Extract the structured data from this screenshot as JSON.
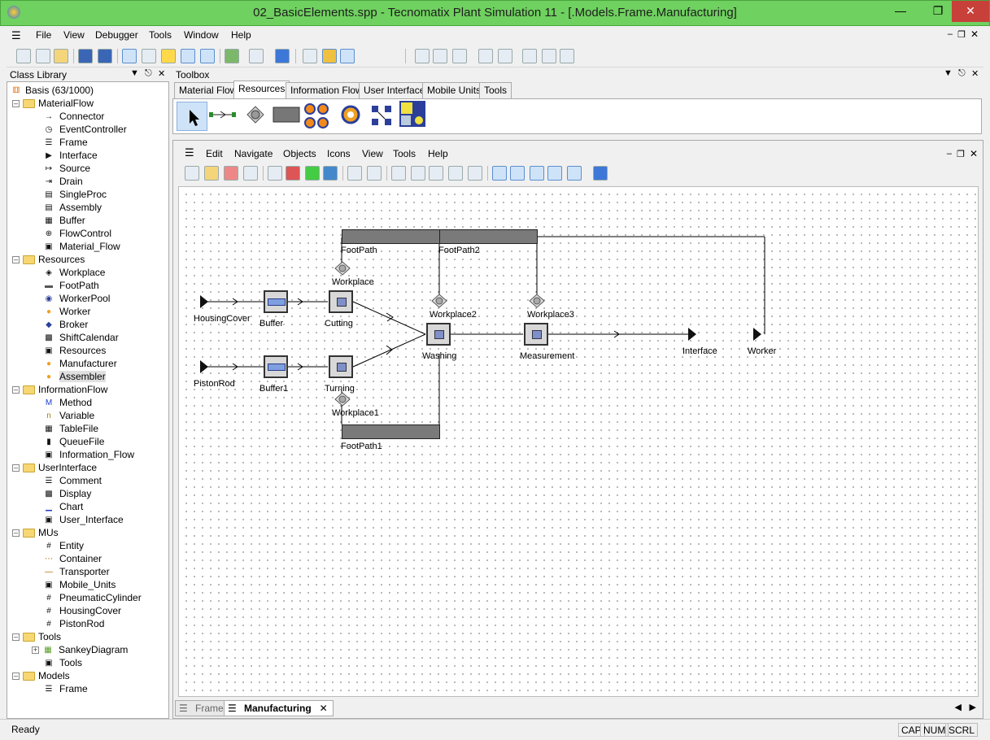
{
  "window": {
    "title": "02_BasicElements.spp - Tecnomatix Plant Simulation 11 - [.Models.Frame.Manufacturing]"
  },
  "menu": [
    "File",
    "View",
    "Debugger",
    "Tools",
    "Window",
    "Help"
  ],
  "class_library": {
    "title": "Class Library",
    "root": "Basis (63/1000)",
    "folders": [
      {
        "label": "MaterialFlow",
        "items": [
          {
            "label": "Connector",
            "icon": "connector-icon"
          },
          {
            "label": "EventController",
            "icon": "clock-icon"
          },
          {
            "label": "Frame",
            "icon": "frame-icon"
          },
          {
            "label": "Interface",
            "icon": "interface-icon"
          },
          {
            "label": "Source",
            "icon": "source-icon"
          },
          {
            "label": "Drain",
            "icon": "drain-icon"
          },
          {
            "label": "SingleProc",
            "icon": "singleproc-icon"
          },
          {
            "label": "Assembly",
            "icon": "assembly-icon"
          },
          {
            "label": "Buffer",
            "icon": "buffer-icon"
          },
          {
            "label": "FlowControl",
            "icon": "flowcontrol-icon"
          },
          {
            "label": "Material_Flow",
            "icon": "toolbox-icon"
          }
        ]
      },
      {
        "label": "Resources",
        "items": [
          {
            "label": "Workplace",
            "icon": "workplace-icon"
          },
          {
            "label": "FootPath",
            "icon": "footpath-icon"
          },
          {
            "label": "WorkerPool",
            "icon": "workerpool-icon"
          },
          {
            "label": "Worker",
            "icon": "worker-icon"
          },
          {
            "label": "Broker",
            "icon": "broker-icon"
          },
          {
            "label": "ShiftCalendar",
            "icon": "shiftcalendar-icon"
          },
          {
            "label": "Resources",
            "icon": "toolbox-icon"
          },
          {
            "label": "Manufacturer",
            "icon": "worker-icon"
          },
          {
            "label": "Assembler",
            "icon": "worker-icon"
          }
        ]
      },
      {
        "label": "InformationFlow",
        "items": [
          {
            "label": "Method",
            "icon": "method-icon"
          },
          {
            "label": "Variable",
            "icon": "variable-icon"
          },
          {
            "label": "TableFile",
            "icon": "tablefile-icon"
          },
          {
            "label": "QueueFile",
            "icon": "queuefile-icon"
          },
          {
            "label": "Information_Flow",
            "icon": "toolbox-icon"
          }
        ]
      },
      {
        "label": "UserInterface",
        "items": [
          {
            "label": "Comment",
            "icon": "comment-icon"
          },
          {
            "label": "Display",
            "icon": "display-icon"
          },
          {
            "label": "Chart",
            "icon": "chart-icon"
          },
          {
            "label": "User_Interface",
            "icon": "toolbox-icon"
          }
        ]
      },
      {
        "label": "MUs",
        "items": [
          {
            "label": "Entity",
            "icon": "entity-icon"
          },
          {
            "label": "Container",
            "icon": "container-icon"
          },
          {
            "label": "Transporter",
            "icon": "transporter-icon"
          },
          {
            "label": "Mobile_Units",
            "icon": "toolbox-icon"
          },
          {
            "label": "PneumaticCylinder",
            "icon": "entity-icon"
          },
          {
            "label": "HousingCover",
            "icon": "entity-icon"
          },
          {
            "label": "PistonRod",
            "icon": "entity-icon"
          }
        ]
      },
      {
        "label": "Tools",
        "items": [
          {
            "label": "SankeyDiagram",
            "icon": "sankey-icon"
          },
          {
            "label": "Tools",
            "icon": "toolbox-icon"
          }
        ]
      },
      {
        "label": "Models",
        "items": [
          {
            "label": "Frame",
            "icon": "frame-icon"
          }
        ]
      }
    ]
  },
  "toolbox": {
    "title": "Toolbox",
    "tabs": [
      "Material Flow",
      "Resources",
      "Information Flow",
      "User Interface",
      "Mobile Units",
      "Tools"
    ],
    "active_tab": "Resources"
  },
  "frame_window": {
    "menu": [
      "Edit",
      "Navigate",
      "Objects",
      "Icons",
      "View",
      "Tools",
      "Help"
    ],
    "tabs": [
      "Frame",
      "Manufacturing"
    ],
    "active_tab": "Manufacturing"
  },
  "model": {
    "sources": [
      "HousingCover",
      "PistonRod"
    ],
    "buffers": [
      "Buffer",
      "Buffer1"
    ],
    "stations": [
      "Cutting",
      "Turning",
      "Washing",
      "Measurement"
    ],
    "workplaces": [
      "Workplace",
      "Workplace1",
      "Workplace2",
      "Workplace3"
    ],
    "footpaths": [
      "FootPath",
      "FootPath2",
      "FootPath1"
    ],
    "interfaces": [
      "Interface",
      "Worker"
    ]
  },
  "status": {
    "text": "Ready",
    "indicators": [
      "CAP",
      "NUM",
      "SCRL"
    ]
  }
}
